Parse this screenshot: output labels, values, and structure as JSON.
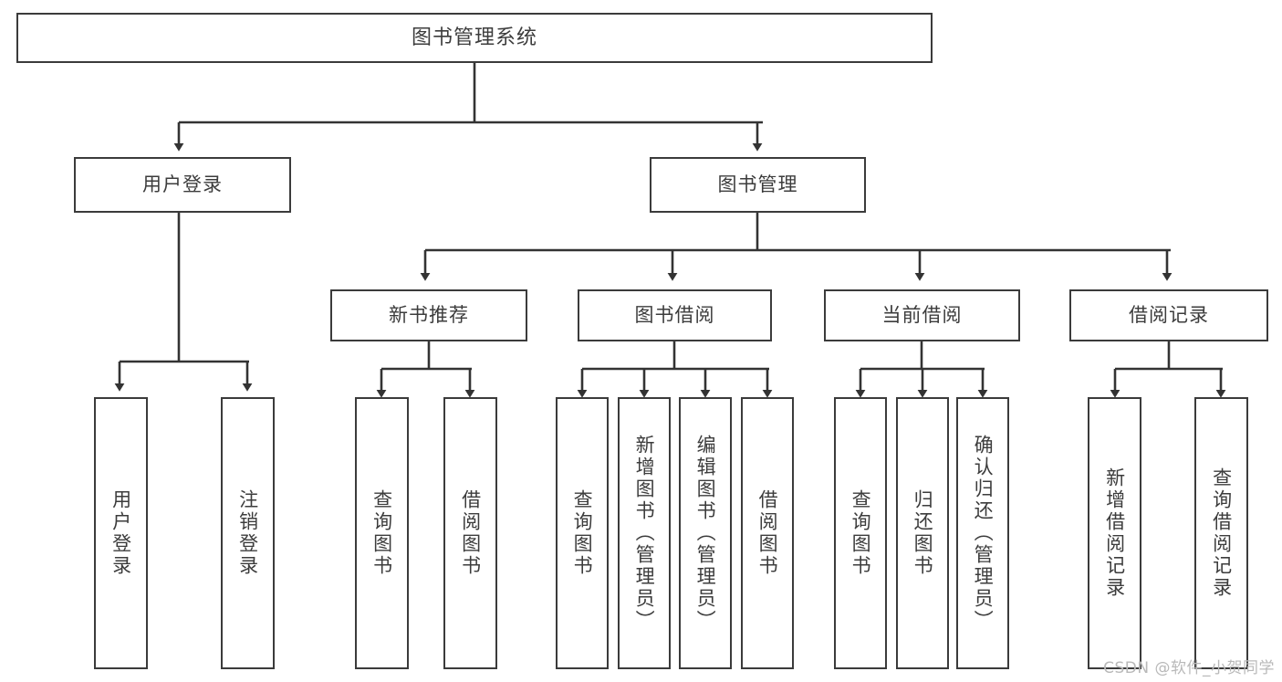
{
  "diagram": {
    "title": "图书管理系统",
    "type": "tree-hierarchy-diagram",
    "watermark": "CSDN @软件_小贺同学",
    "colors": {
      "background": "#ffffff",
      "box_border": "#3b3b3b",
      "text": "#3c3c3c",
      "connector": "#333333",
      "watermark": "#b9b9b9"
    },
    "nodes": {
      "root": {
        "label": "图书管理系统"
      },
      "level2": [
        {
          "label": "用户登录"
        },
        {
          "label": "图书管理"
        }
      ],
      "level3": [
        {
          "label": "新书推荐"
        },
        {
          "label": "图书借阅"
        },
        {
          "label": "当前借阅"
        },
        {
          "label": "借阅记录"
        }
      ],
      "leaves": {
        "user_login": [
          {
            "label": "用户登录"
          },
          {
            "label": "注销登录"
          }
        ],
        "new_book_recommend": [
          {
            "label": "查询图书"
          },
          {
            "label": "借阅图书"
          }
        ],
        "book_borrow": [
          {
            "label": "查询图书"
          },
          {
            "label": "新增图书（管理员）"
          },
          {
            "label": "编辑图书（管理员）"
          },
          {
            "label": "借阅图书"
          }
        ],
        "current_borrow": [
          {
            "label": "查询图书"
          },
          {
            "label": "归还图书"
          },
          {
            "label": "确认归还（管理员）"
          }
        ],
        "borrow_record": [
          {
            "label": "新增借阅记录"
          },
          {
            "label": "查询借阅记录"
          }
        ]
      }
    }
  }
}
